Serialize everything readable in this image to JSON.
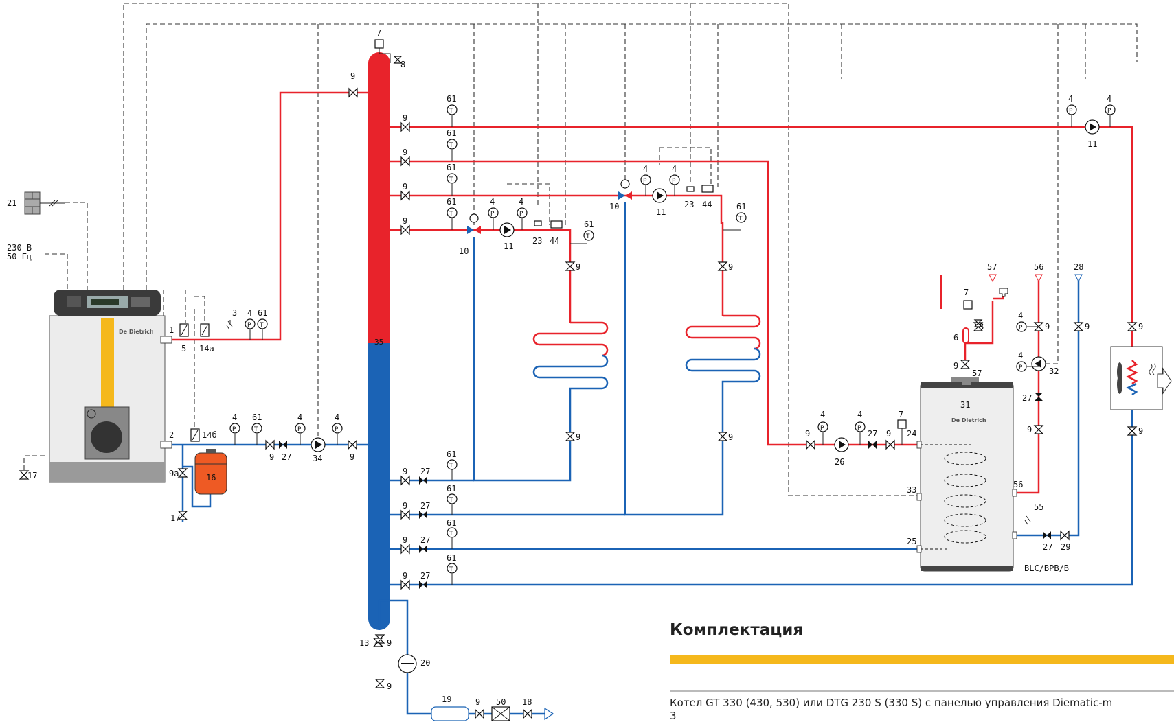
{
  "panel": {
    "title": "Комплектация",
    "item_text": "Котел GT 330 (430, 530) или DTG 230 S (330 S) с панелью управления Diematic-m 3"
  },
  "diagram": {
    "supply_label": "230 В\n50 Гц",
    "supply_line1": "230 В",
    "supply_line2": "50 Гц",
    "tank_model": "BLC/BPB/B",
    "brand": "De Dietrich",
    "numbers": {
      "n21": "21",
      "n3": "3",
      "n4": "4",
      "n61": "61",
      "n1": "1",
      "n5": "5",
      "n14a": "14a",
      "n2": "2",
      "n14b": "14б",
      "n9": "9",
      "n27": "27",
      "n34": "34",
      "n9a": "9a",
      "n16": "16",
      "n17": "17",
      "n7": "7",
      "n8": "8",
      "n35": "35",
      "n13": "13",
      "n20": "20",
      "n19": "19",
      "n50": "50",
      "n18": "18",
      "n10": "10",
      "n11": "11",
      "n23": "23",
      "n44": "44",
      "n26": "26",
      "n24": "24",
      "n31": "31",
      "n33": "33",
      "n25": "25",
      "n56": "56",
      "n55": "55",
      "n29": "29",
      "n57": "57",
      "n6": "6",
      "n28": "28",
      "n32": "32"
    },
    "colors": {
      "hot": "#e8232b",
      "cold": "#1b63b5",
      "accent": "#f5b81c",
      "vessel": "#ee5a24"
    }
  }
}
